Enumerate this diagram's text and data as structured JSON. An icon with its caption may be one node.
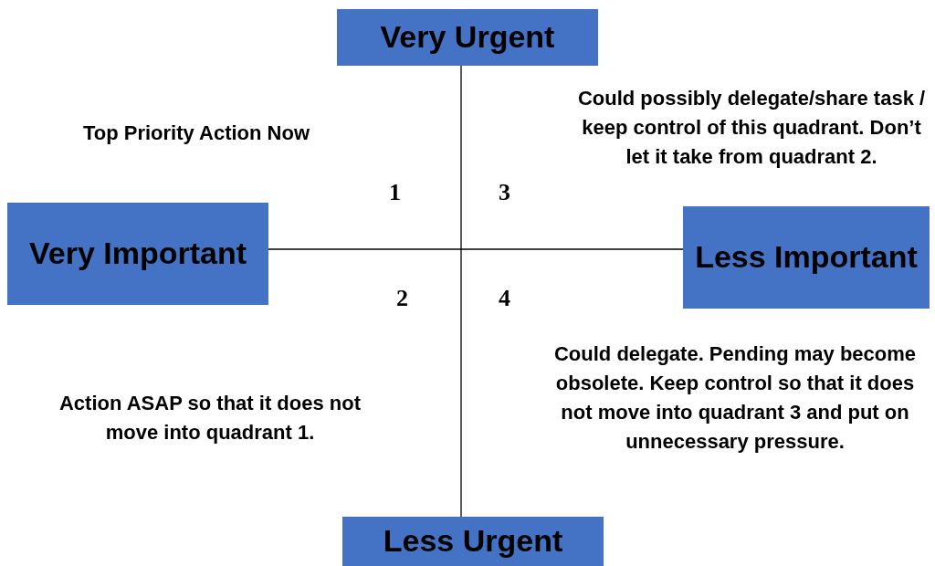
{
  "diagram": {
    "nodes": [
      {
        "text": [
          "Very Urgent"
        ]
      },
      {
        "text": [
          "Very Important"
        ]
      },
      {
        "text": [
          "Less Important"
        ]
      },
      {
        "text": [
          "Less Urgent"
        ]
      }
    ],
    "edges": [
      {
        "from": 0,
        "to": 3,
        "arrow": "none"
      },
      {
        "from": 1,
        "to": 2,
        "arrow": "none"
      }
    ],
    "labels": [
      "Top Priority Action Now",
      "Could possibly delegate/share task / keep control of this quadrant. Don’t let it take from quadrant 2.",
      "1",
      "3",
      "2",
      "4",
      "Could delegate. Pending may become obsolete. Keep control so that it does not move into quadrant 3 and put on unnecessary pressure.",
      "Action ASAP so that it does not move into quadrant 1."
    ]
  }
}
